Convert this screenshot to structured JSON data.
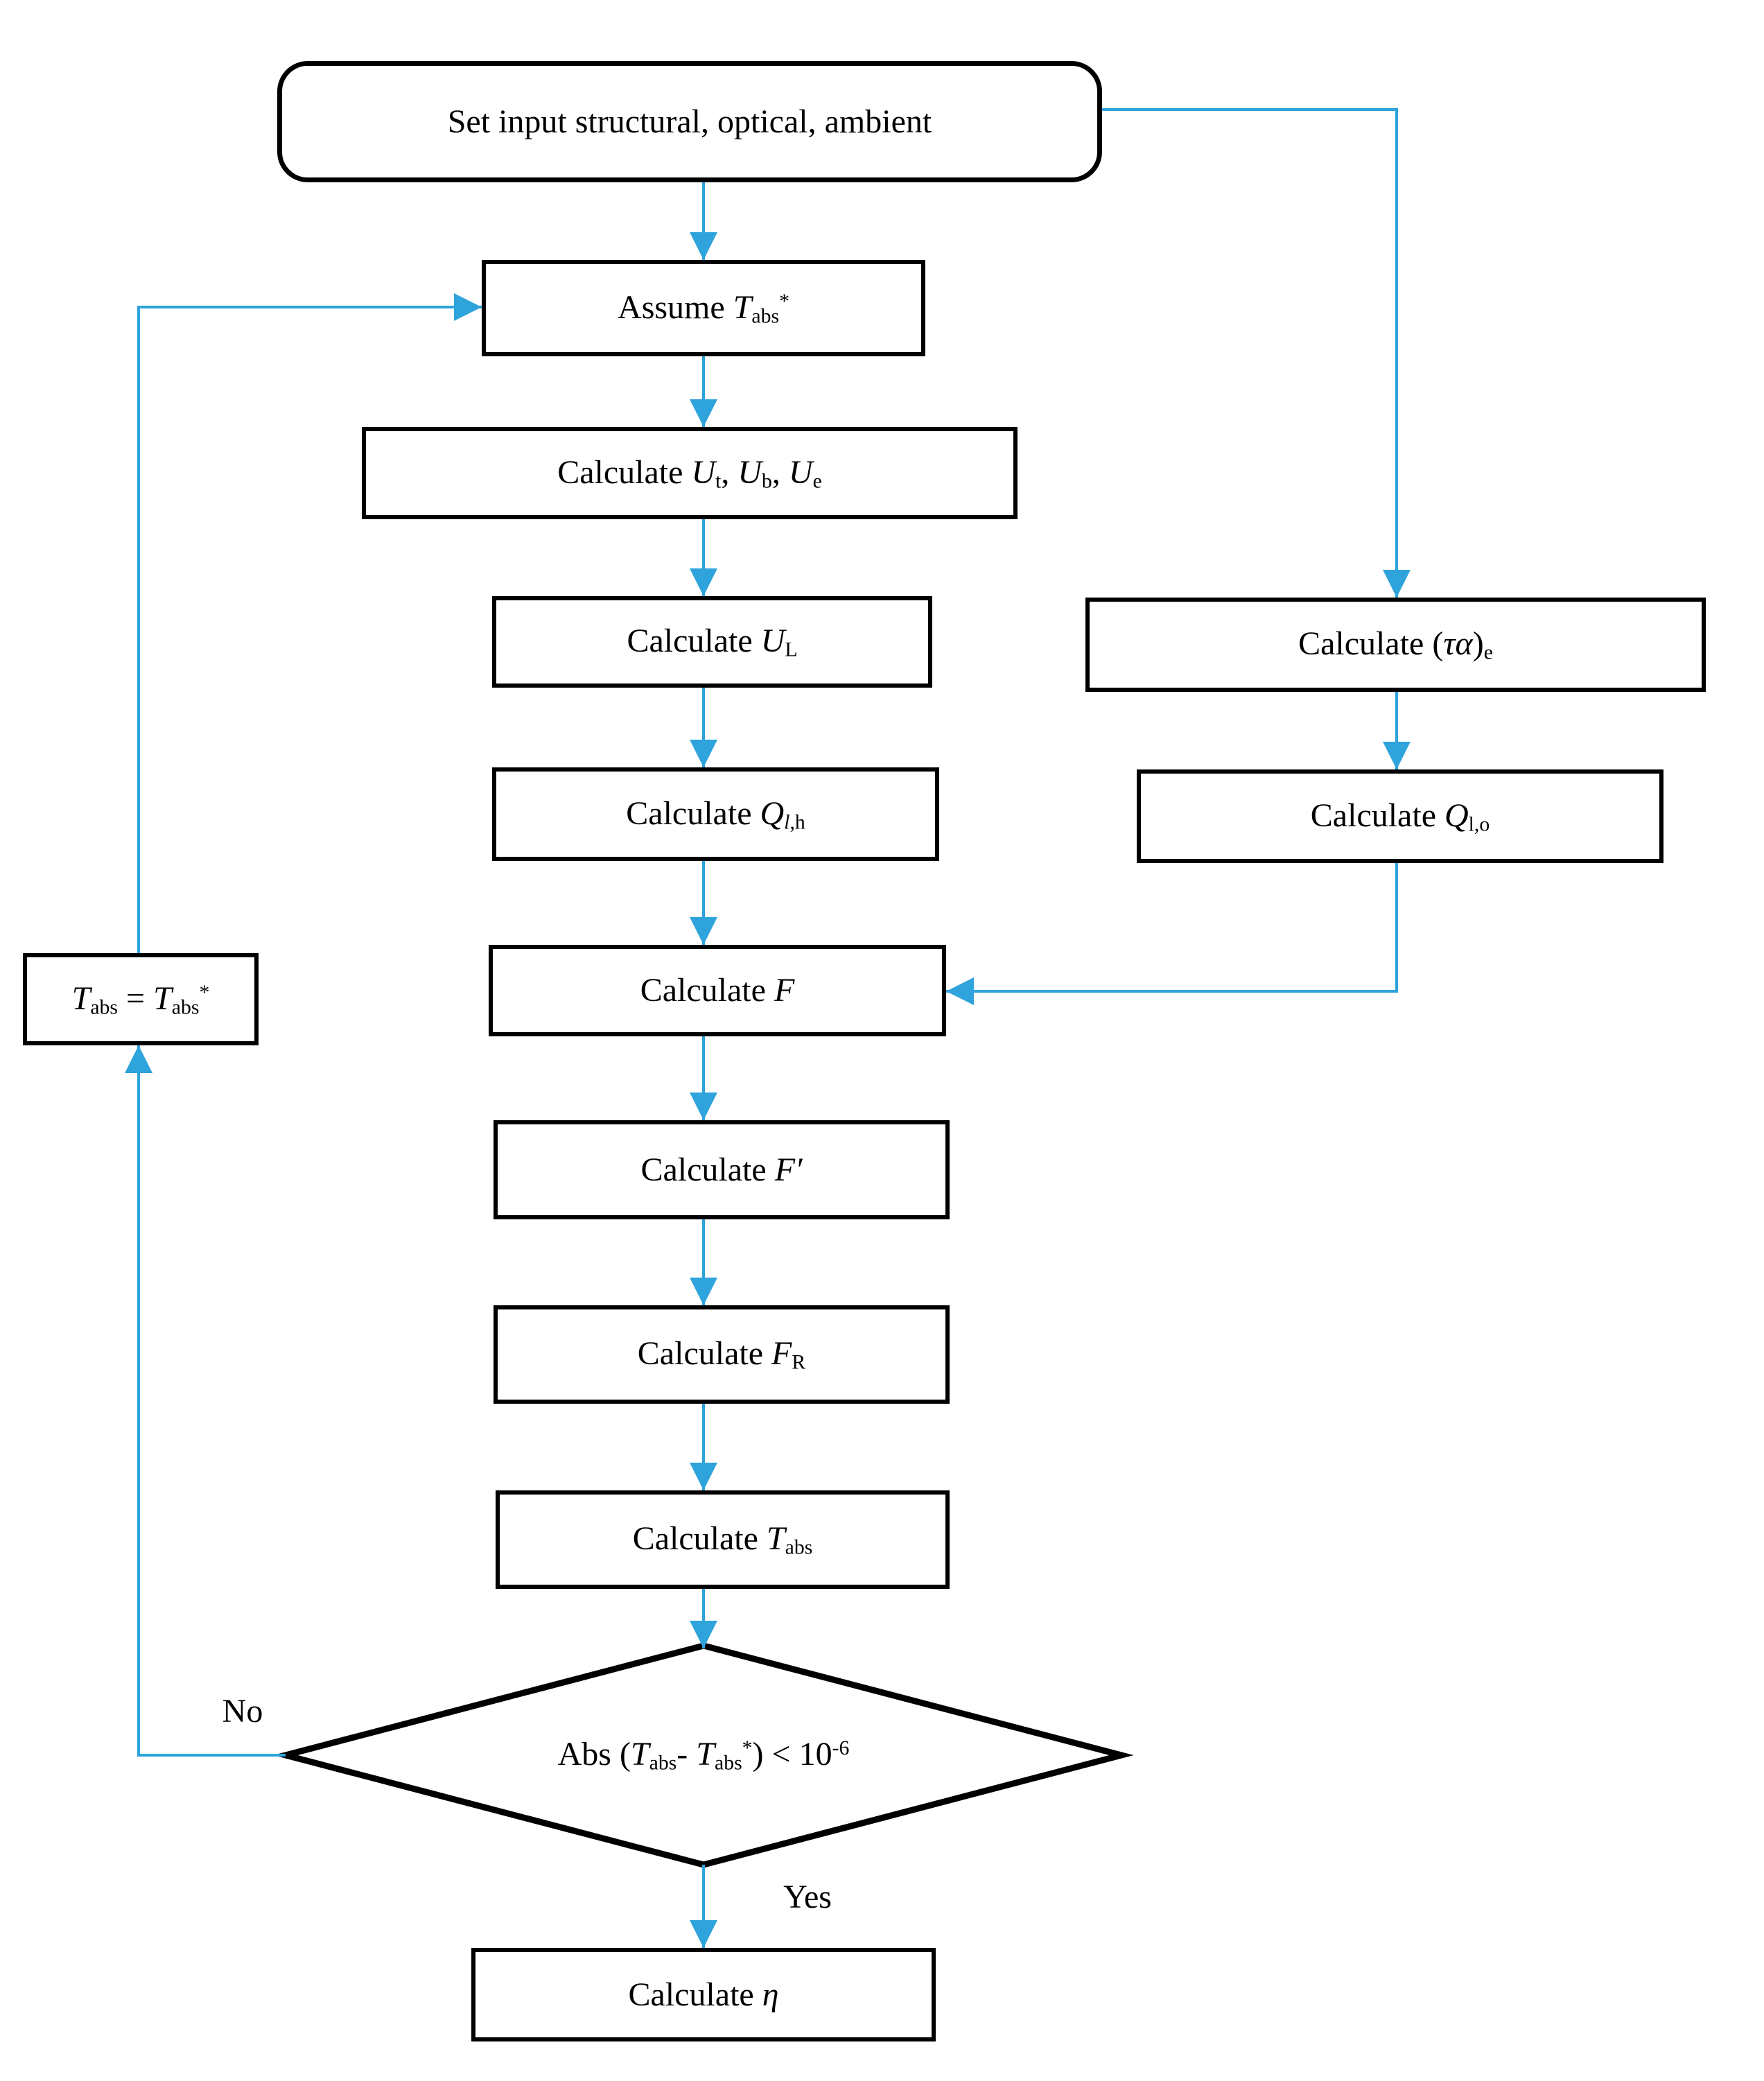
{
  "figure": {
    "type": "flowchart",
    "description": "Iterative calculation flowchart"
  },
  "colors": {
    "connector_blue": "#2EA3DC",
    "outline_black": "#000000",
    "background": "#ffffff"
  },
  "nodes": {
    "start": {
      "segments": [
        {
          "t": "Set input structural, optical, ambient",
          "s": "p"
        }
      ]
    },
    "assume": {
      "segments": [
        {
          "t": "Assume ",
          "s": "p"
        },
        {
          "t": "T",
          "s": "i"
        },
        {
          "t": "abs",
          "s": "sub"
        },
        {
          "t": "*",
          "s": "sup"
        }
      ]
    },
    "calc_u3": {
      "segments": [
        {
          "t": "Calculate ",
          "s": "p"
        },
        {
          "t": "U",
          "s": "i"
        },
        {
          "t": "t",
          "s": "sub"
        },
        {
          "t": ", ",
          "s": "p"
        },
        {
          "t": "U",
          "s": "i"
        },
        {
          "t": "b",
          "s": "sub"
        },
        {
          "t": ", ",
          "s": "p"
        },
        {
          "t": "U",
          "s": "i"
        },
        {
          "t": "e",
          "s": "sub"
        }
      ]
    },
    "calc_ul": {
      "segments": [
        {
          "t": "Calculate ",
          "s": "p"
        },
        {
          "t": "U",
          "s": "i"
        },
        {
          "t": "L",
          "s": "sub"
        }
      ]
    },
    "calc_qlh": {
      "segments": [
        {
          "t": "Calculate ",
          "s": "p"
        },
        {
          "t": "Q",
          "s": "i"
        },
        {
          "t": "l",
          "s": "subi"
        },
        {
          "t": ",h",
          "s": "sub"
        }
      ]
    },
    "calc_tae": {
      "segments": [
        {
          "t": "Calculate (",
          "s": "p"
        },
        {
          "t": "τα",
          "s": "i"
        },
        {
          "t": ")",
          "s": "p"
        },
        {
          "t": "e",
          "s": "sub"
        }
      ]
    },
    "calc_qlo": {
      "segments": [
        {
          "t": "Calculate ",
          "s": "p"
        },
        {
          "t": "Q",
          "s": "i"
        },
        {
          "t": "l,o",
          "s": "sub"
        }
      ]
    },
    "calc_f": {
      "segments": [
        {
          "t": "Calculate ",
          "s": "p"
        },
        {
          "t": "F",
          "s": "i"
        }
      ]
    },
    "calc_fprime": {
      "segments": [
        {
          "t": "Calculate ",
          "s": "p"
        },
        {
          "t": "F′",
          "s": "i"
        }
      ]
    },
    "calc_fr": {
      "segments": [
        {
          "t": "Calculate ",
          "s": "p"
        },
        {
          "t": "F",
          "s": "i"
        },
        {
          "t": "R",
          "s": "sub"
        }
      ]
    },
    "calc_tabs": {
      "segments": [
        {
          "t": "Calculate ",
          "s": "p"
        },
        {
          "t": "T",
          "s": "i"
        },
        {
          "t": "abs",
          "s": "sub"
        }
      ]
    },
    "decision": {
      "segments": [
        {
          "t": "Abs (",
          "s": "p"
        },
        {
          "t": "T",
          "s": "i"
        },
        {
          "t": "abs",
          "s": "sub"
        },
        {
          "t": "- ",
          "s": "p"
        },
        {
          "t": "T",
          "s": "i"
        },
        {
          "t": "abs",
          "s": "sub"
        },
        {
          "t": "*",
          "s": "sup"
        },
        {
          "t": ") < 10",
          "s": "p"
        },
        {
          "t": "-6",
          "s": "sup"
        }
      ]
    },
    "calc_eta": {
      "segments": [
        {
          "t": "Calculate ",
          "s": "p"
        },
        {
          "t": "η",
          "s": "i"
        }
      ]
    },
    "assign": {
      "segments": [
        {
          "t": "T",
          "s": "i"
        },
        {
          "t": "abs",
          "s": "sub"
        },
        {
          "t": " = ",
          "s": "p"
        },
        {
          "t": "T",
          "s": "i"
        },
        {
          "t": "abs",
          "s": "sub"
        },
        {
          "t": "*",
          "s": "sup"
        }
      ]
    }
  },
  "edge_labels": {
    "no": "No",
    "yes": "Yes"
  }
}
